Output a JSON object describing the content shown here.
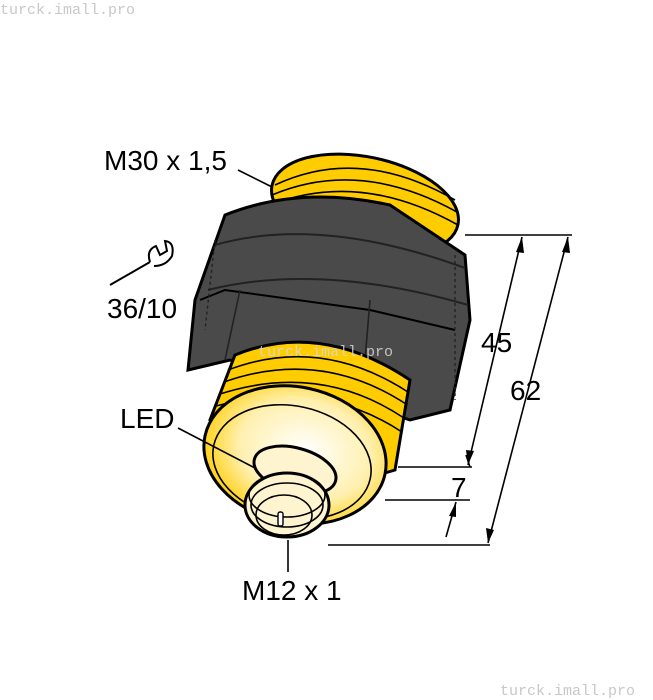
{
  "watermarks": [
    "turck.imall.pro",
    "turck.imall.pro",
    "turck.imall.pro"
  ],
  "labels": {
    "housing_thread": "M30 x 1,5",
    "wrench_size": "36/10",
    "led": "LED",
    "connector_thread": "M12 x 1"
  },
  "dimensions": {
    "thread_length": "45",
    "total_length": "62",
    "connector_offset": "7"
  },
  "icons": {
    "wrench": "wrench-icon"
  },
  "colors": {
    "housing_yellow": "#ffcc00",
    "nut_black": "#4a4a4a",
    "face_cream": "#fff8dc",
    "watermark": "#c8c8c8"
  }
}
